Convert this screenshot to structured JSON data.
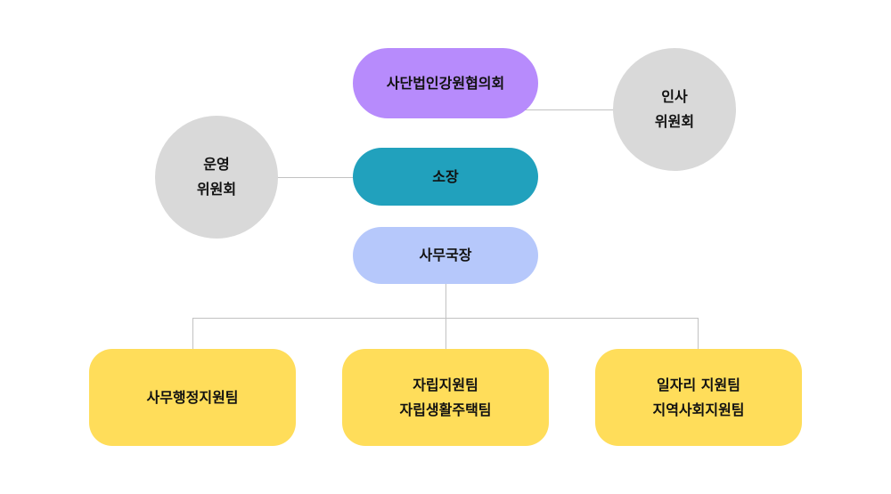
{
  "colors": {
    "board": "#b78bfc",
    "director": "#21a1bd",
    "secretary_general": "#b6c8fb",
    "committee": "#d9d9d9",
    "team": "#ffdd5a",
    "connector": "#c2c2c2"
  },
  "nodes": {
    "board": "사단법인강원협의회",
    "hr_committee": "인사\n위원회",
    "operations_committee": "운영\n위원회",
    "director": "소장",
    "secretary_general": "사무국장",
    "teams": [
      "사무행정지원팀",
      "자립지원팀\n자립생활주택팀",
      "일자리 지원팀\n지역사회지원팀"
    ]
  }
}
